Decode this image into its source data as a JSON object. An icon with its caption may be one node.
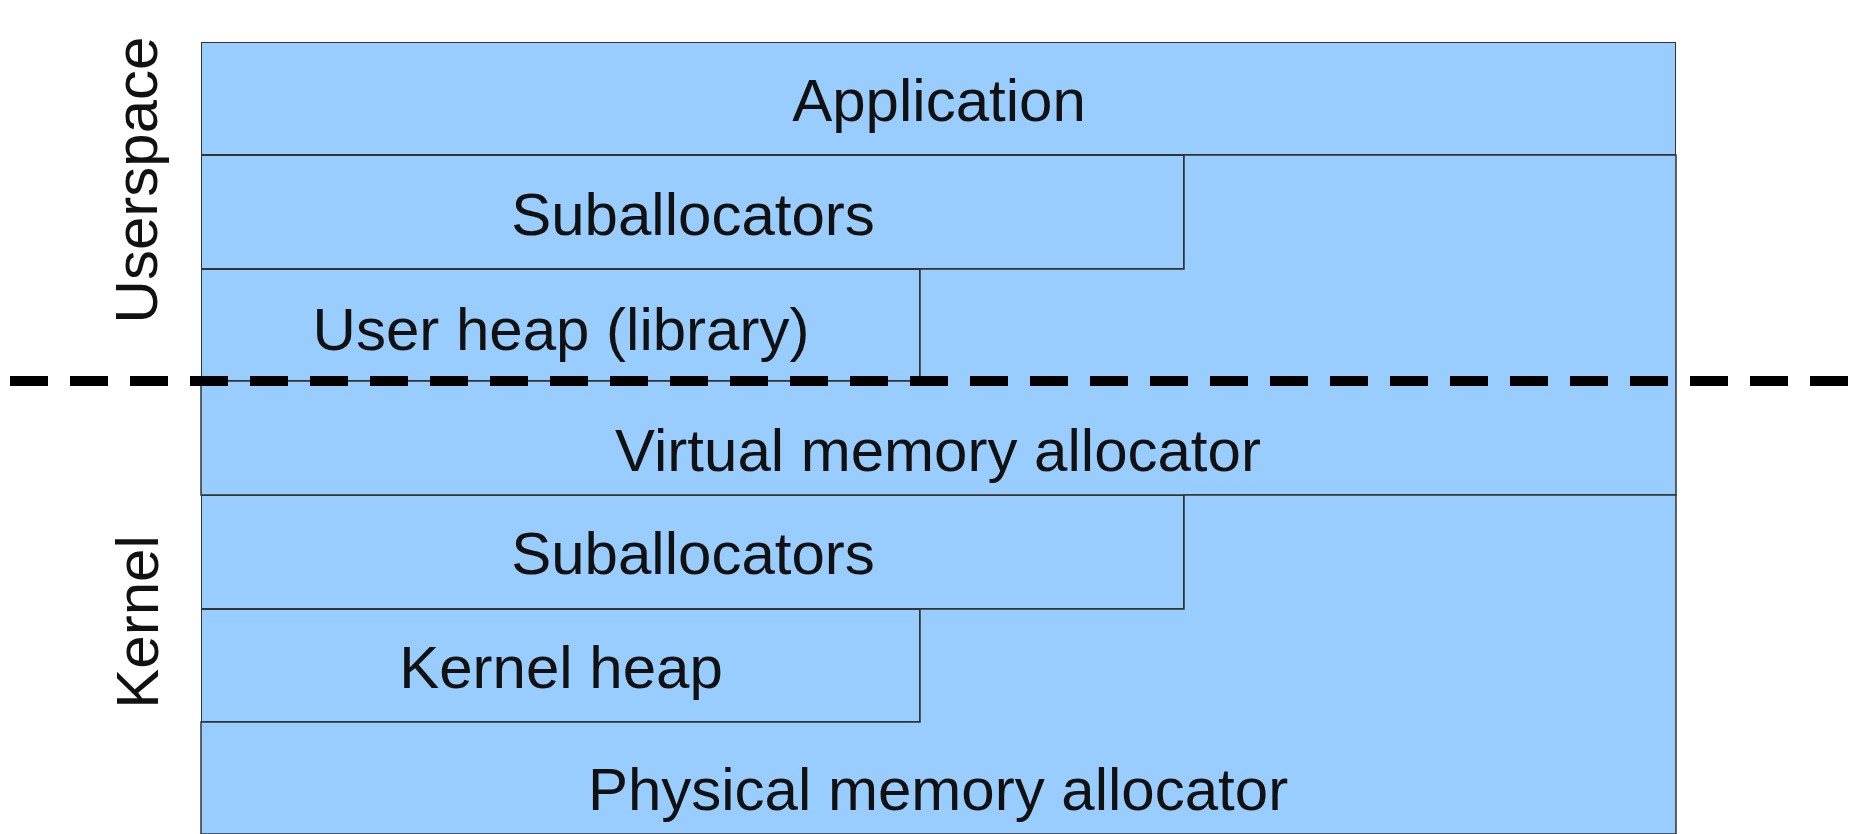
{
  "diagram": {
    "nodes": [
      {
        "text": [
          "Application"
        ]
      },
      {
        "text": [
          "Suballocators"
        ]
      },
      {
        "text": [
          "User heap (library)"
        ]
      },
      {
        "text": [
          "Virtual memory allocator"
        ]
      },
      {
        "text": [
          "Suballocators"
        ]
      },
      {
        "text": [
          "Kernel heap"
        ]
      },
      {
        "text": [
          "Physical memory allocator"
        ]
      }
    ],
    "labels": [
      "Userspace",
      "Kernel"
    ]
  }
}
